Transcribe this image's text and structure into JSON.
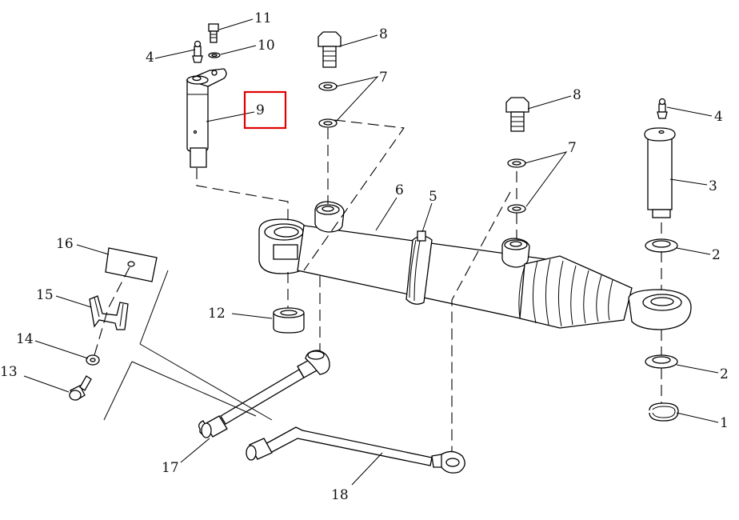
{
  "callouts": [
    {
      "id": "c1",
      "label": "1"
    },
    {
      "id": "c2a",
      "label": "2"
    },
    {
      "id": "c2b",
      "label": "2"
    },
    {
      "id": "c3",
      "label": "3"
    },
    {
      "id": "c4a",
      "label": "4"
    },
    {
      "id": "c4b",
      "label": "4"
    },
    {
      "id": "c5",
      "label": "5"
    },
    {
      "id": "c6",
      "label": "6"
    },
    {
      "id": "c7a",
      "label": "7"
    },
    {
      "id": "c7b",
      "label": "7"
    },
    {
      "id": "c8a",
      "label": "8"
    },
    {
      "id": "c8b",
      "label": "8"
    },
    {
      "id": "c9",
      "label": "9"
    },
    {
      "id": "c10",
      "label": "10"
    },
    {
      "id": "c11",
      "label": "11"
    },
    {
      "id": "c12",
      "label": "12"
    },
    {
      "id": "c13",
      "label": "13"
    },
    {
      "id": "c14",
      "label": "14"
    },
    {
      "id": "c15",
      "label": "15"
    },
    {
      "id": "c16",
      "label": "16"
    },
    {
      "id": "c17",
      "label": "17"
    },
    {
      "id": "c18",
      "label": "18"
    }
  ],
  "highlight": {
    "label": "9",
    "color": "#e00000"
  }
}
